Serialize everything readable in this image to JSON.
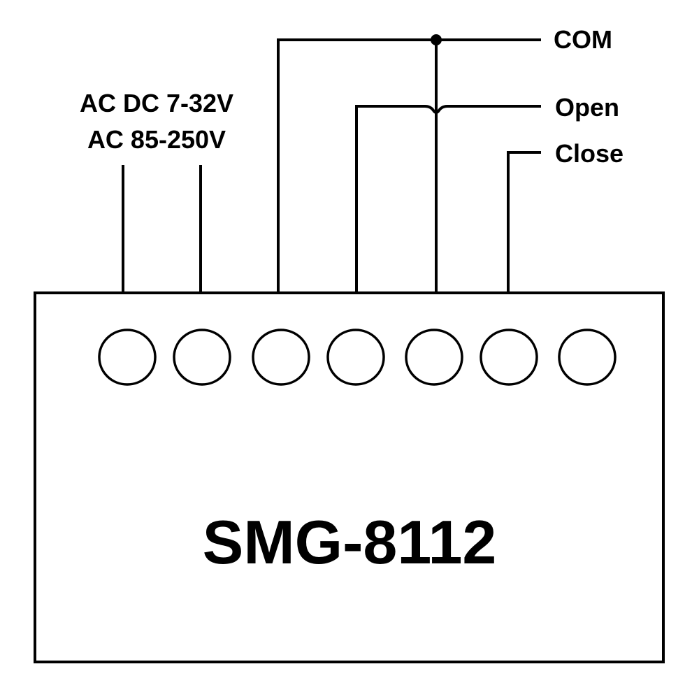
{
  "power_label": {
    "line1": "AC DC 7-32V",
    "line2": "AC 85-250V"
  },
  "signals": {
    "com": "COM",
    "open": "Open",
    "close": "Close"
  },
  "device": {
    "model": "SMG-8112",
    "terminal_count": 7
  }
}
